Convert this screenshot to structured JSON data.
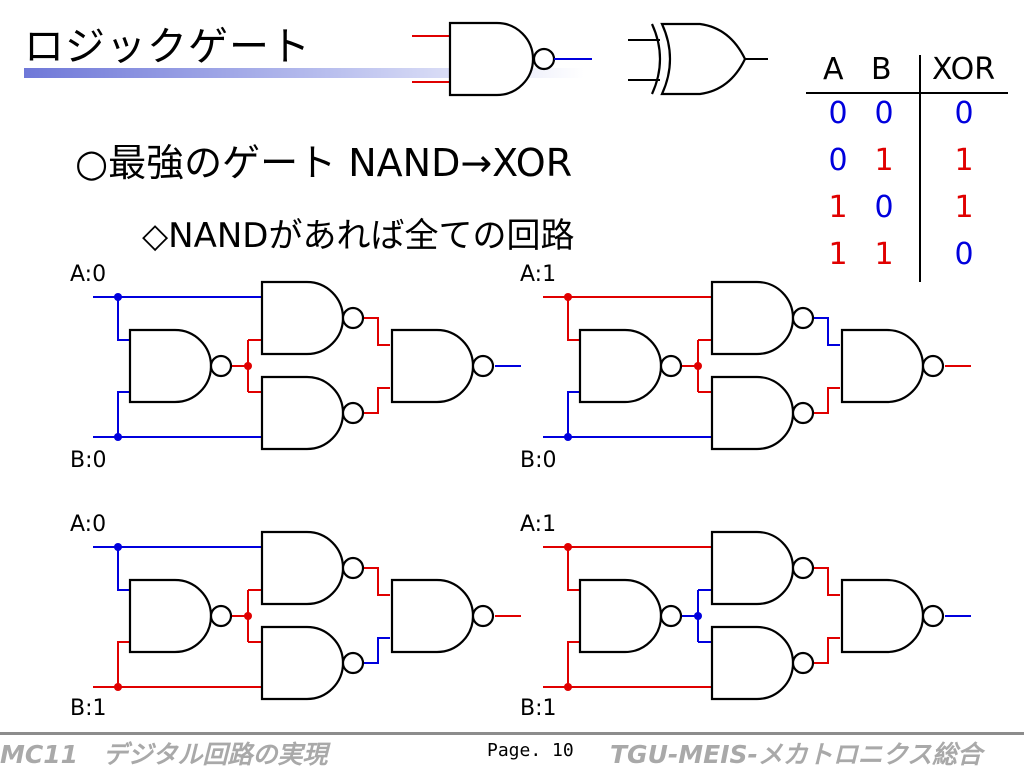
{
  "title": "ロジックゲート",
  "heading": "○最強のゲート NAND→XOR",
  "subheading": "◇NANDがあれば全ての回路",
  "truth_table": {
    "headers": [
      "A",
      "B",
      "XOR"
    ],
    "rows": [
      [
        "0",
        "0",
        "0"
      ],
      [
        "0",
        "1",
        "1"
      ],
      [
        "1",
        "0",
        "1"
      ],
      [
        "1",
        "1",
        "0"
      ]
    ]
  },
  "circuits": [
    {
      "a_label": "A:0",
      "b_label": "B:0",
      "a": 0,
      "b": 0,
      "mid": 1,
      "top": 1,
      "bot": 1,
      "out": 0
    },
    {
      "a_label": "A:1",
      "b_label": "B:0",
      "a": 1,
      "b": 0,
      "mid": 1,
      "top": 0,
      "bot": 1,
      "out": 1
    },
    {
      "a_label": "A:0",
      "b_label": "B:1",
      "a": 0,
      "b": 1,
      "mid": 1,
      "top": 1,
      "bot": 0,
      "out": 1
    },
    {
      "a_label": "A:1",
      "b_label": "B:1",
      "a": 1,
      "b": 1,
      "mid": 0,
      "top": 1,
      "bot": 1,
      "out": 0
    }
  ],
  "colors": {
    "logic_high": "#e00000",
    "logic_low": "#0000dd"
  },
  "footer": {
    "left": "MC11　デジタル回路の実現",
    "page": "Page. 10",
    "right": "TGU-MEIS-メカトロニクス総合"
  }
}
